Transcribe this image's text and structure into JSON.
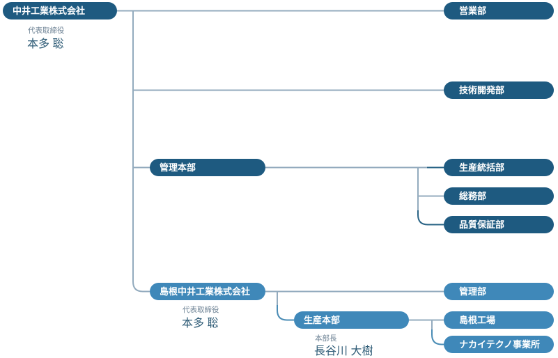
{
  "palette": {
    "background": "#ffffff",
    "pill-dark": "#1e5a80",
    "pill-light": "#3f88b9",
    "pill-text": "#ffffff",
    "line": "#93abbe",
    "curve-dark": "#2a6486",
    "curve-medium": "#4a8cb5",
    "role-text": "#6d8294",
    "name-text": "#2f5c77"
  },
  "org": {
    "root": {
      "label": "中井工業株式会社",
      "role": "代表取締役",
      "person": "本多 聡"
    },
    "children": [
      {
        "label": "営業部"
      },
      {
        "label": "技術開発部"
      },
      {
        "label": "管理本部",
        "children": [
          {
            "label": "生産統括部"
          },
          {
            "label": "総務部"
          },
          {
            "label": "品質保証部"
          }
        ]
      },
      {
        "label": "島根中井工業株式会社",
        "role": "代表取締役",
        "person": "本多 聡",
        "children": [
          {
            "label": "管理部"
          },
          {
            "label": "生産本部",
            "role": "本部長",
            "person": "長谷川 大樹",
            "children": [
              {
                "label": "島根工場"
              },
              {
                "label": "ナカイテクノ事業所"
              }
            ]
          }
        ]
      }
    ]
  }
}
